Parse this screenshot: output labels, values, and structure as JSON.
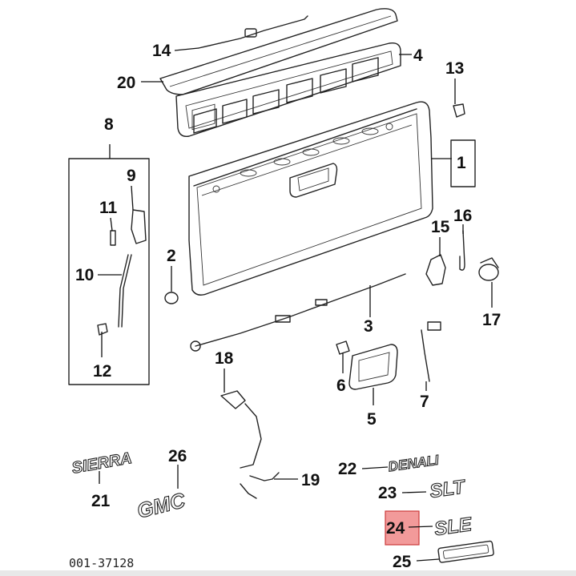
{
  "diagram": {
    "reference_number": "001-37128",
    "highlighted_callout": "24",
    "highlight_color": "#f29a9a",
    "callouts": {
      "c1": "1",
      "c2": "2",
      "c3": "3",
      "c4": "4",
      "c5": "5",
      "c6": "6",
      "c7": "7",
      "c8": "8",
      "c9": "9",
      "c10": "10",
      "c11": "11",
      "c12": "12",
      "c13": "13",
      "c14": "14",
      "c15": "15",
      "c16": "16",
      "c17": "17",
      "c18": "18",
      "c19": "19",
      "c20": "20",
      "c21": "21",
      "c22": "22",
      "c23": "23",
      "c24": "24",
      "c25": "25",
      "c26": "26"
    },
    "emblems": {
      "sierra": "SIERRA",
      "denali": "DENALI",
      "slt": "SLT",
      "sle": "SLE",
      "gmc": "GMC"
    }
  }
}
